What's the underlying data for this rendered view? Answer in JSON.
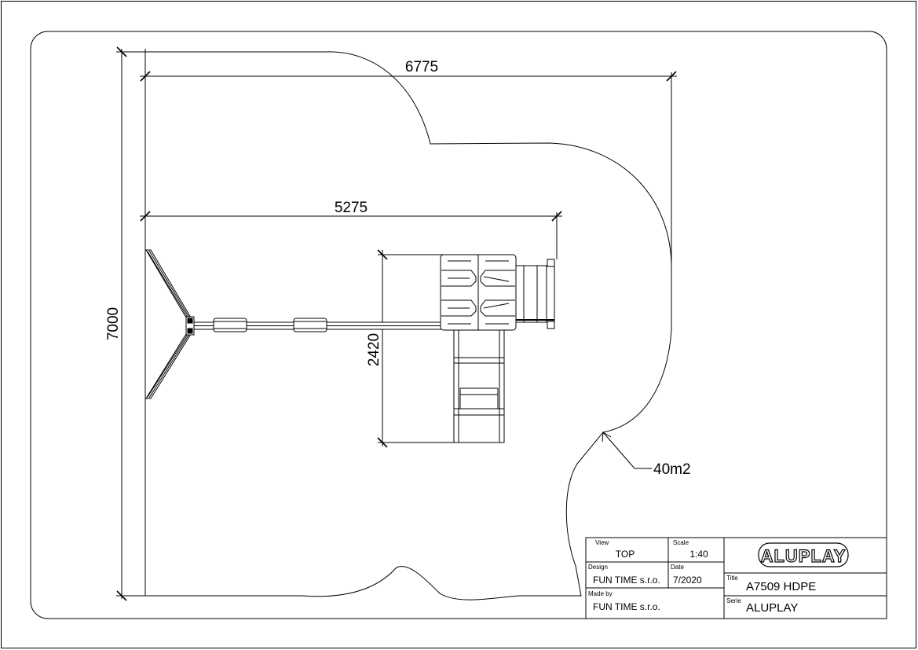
{
  "dimensions": {
    "overall_width": "6775",
    "overall_height": "7000",
    "equipment_length": "5275",
    "equipment_depth": "2420"
  },
  "annotations": {
    "area": "40m2"
  },
  "title_block": {
    "view_label": "View",
    "view_value": "TOP",
    "scale_label": "Scale",
    "scale_value": "1:40",
    "design_label": "Design",
    "design_value": "FUN TIME s.r.o.",
    "date_label": "Date",
    "date_value": "7/2020",
    "made_by_label": "Made by",
    "made_by_value": "FUN TIME s.r.o.",
    "title_label": "Title",
    "title_value": "A7509 HDPE",
    "serie_label": "Serie",
    "serie_value": "ALUPLAY",
    "logo_text": "ALUPLAY"
  }
}
